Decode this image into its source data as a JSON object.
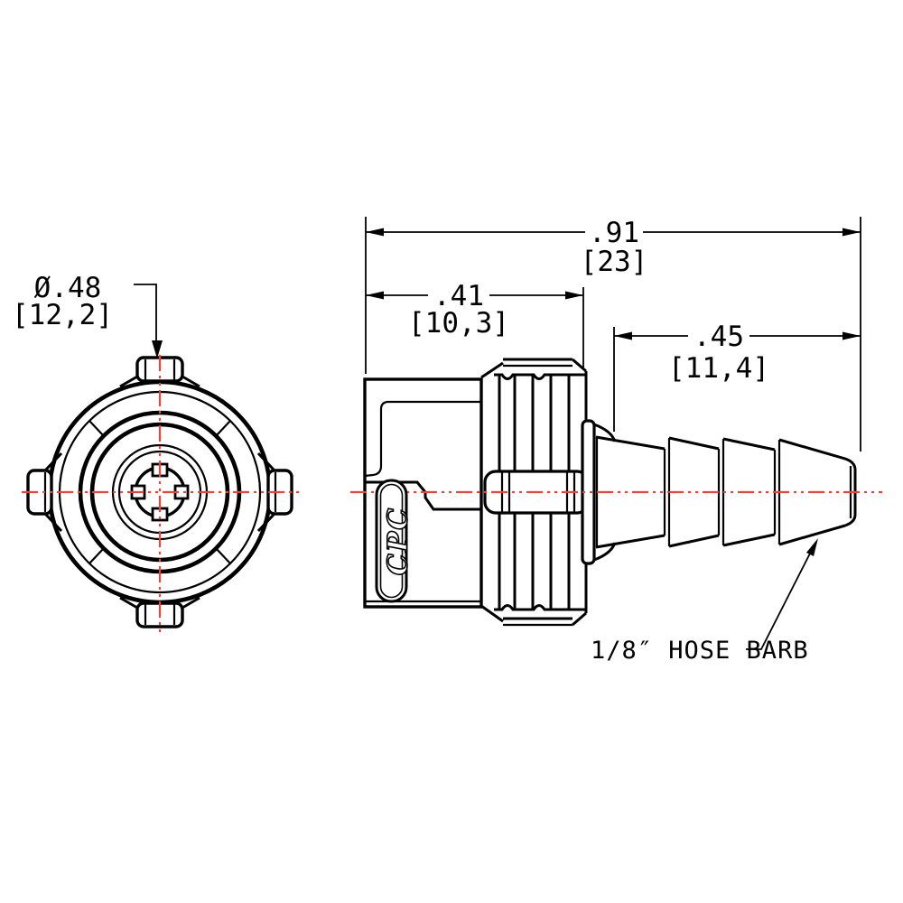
{
  "drawing": {
    "type": "technical-drawing",
    "subject": "quick-disconnect coupling body with hose barb, two orthographic views",
    "dimensions": {
      "diameter": {
        "value": "Ø.48",
        "metric": "[12,2]"
      },
      "overall": {
        "value": ".91",
        "metric": "[23]"
      },
      "body": {
        "value": ".41",
        "metric": "[10,3]"
      },
      "barb": {
        "value": ".45",
        "metric": "[11,4]"
      }
    },
    "labels": {
      "hose_barb": "1/8″ HOSE BARB",
      "logo": "CPC"
    },
    "colors": {
      "line": "#000000",
      "centerline": "#ee4437",
      "background": "#ffffff"
    }
  }
}
